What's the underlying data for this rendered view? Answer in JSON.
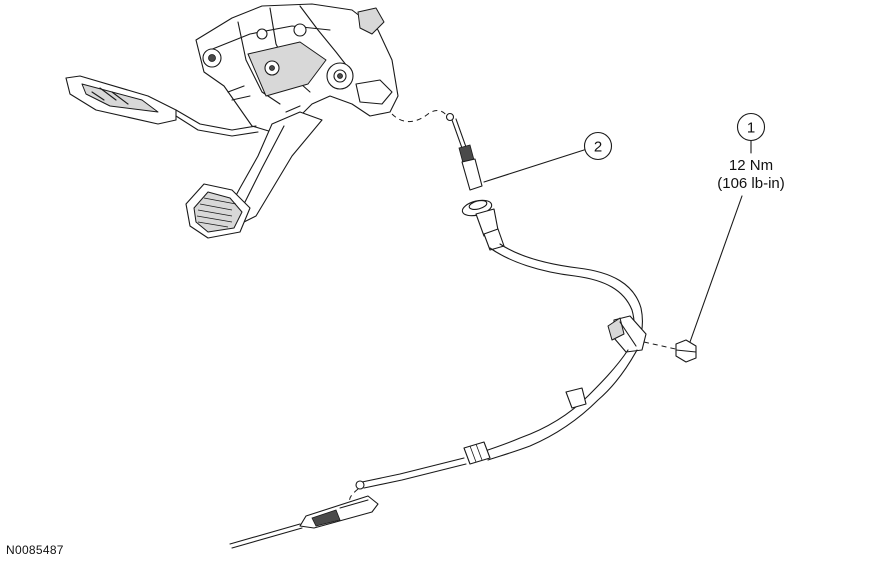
{
  "callouts": [
    {
      "number": "1",
      "torque_metric": "12 Nm",
      "torque_imperial": "(106 lb-in)"
    },
    {
      "number": "2"
    }
  ],
  "figure_id": "N0085487"
}
